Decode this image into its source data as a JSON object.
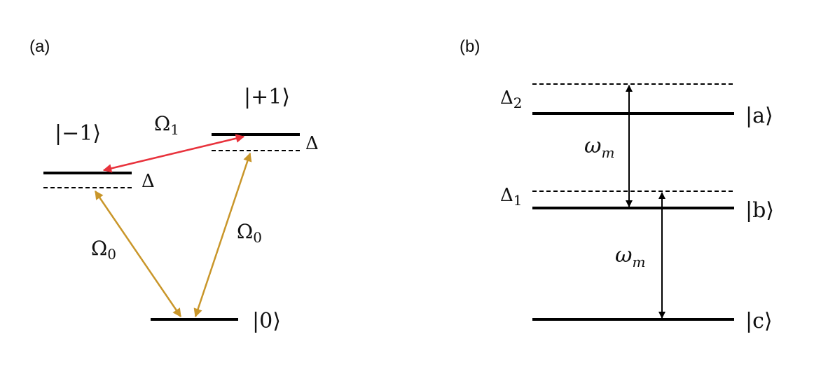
{
  "colors": {
    "level": "#000000",
    "coupling_red": "#e8323c",
    "coupling_gold": "#c9962a",
    "arrow_black": "#000000"
  },
  "panel_a": {
    "label": "(a)",
    "states": {
      "minus1": "|−1⟩",
      "plus1": "|+1⟩",
      "zero": "|0⟩"
    },
    "couplings": {
      "omega1": {
        "base": "Ω",
        "sub": "1"
      },
      "omega0_left": {
        "base": "Ω",
        "sub": "0"
      },
      "omega0_right": {
        "base": "Ω",
        "sub": "0"
      }
    },
    "detunings": {
      "left": "Δ",
      "right": "Δ"
    }
  },
  "panel_b": {
    "label": "(b)",
    "states": {
      "a": "|a⟩",
      "b": "|b⟩",
      "c": "|c⟩"
    },
    "detunings": {
      "delta2": {
        "base": "Δ",
        "sub": "2"
      },
      "delta1": {
        "base": "Δ",
        "sub": "1"
      }
    },
    "transitions": {
      "upper": {
        "base": "ω",
        "sub": "m"
      },
      "lower": {
        "base": "ω",
        "sub": "m"
      }
    }
  }
}
